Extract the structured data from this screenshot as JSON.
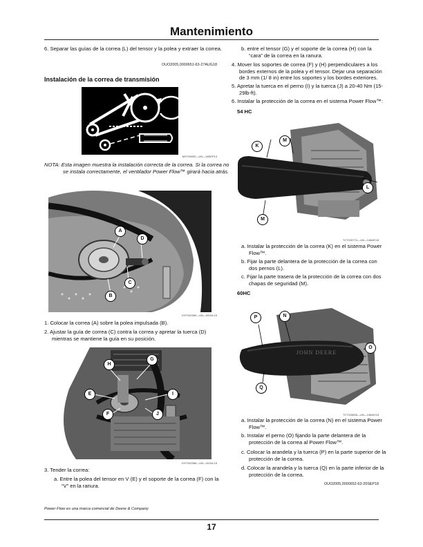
{
  "header": {
    "title": "Mantenimiento"
  },
  "left": {
    "step6": "6. Separar las guías de la correa (L) del tensor y la polea y extraer la correa.",
    "ref1": "OUO2005,0000651-63-27AUG18",
    "section_title": "Instalación de la correa de transmisión",
    "fig1_code": "MXT09092—UN—18SEP13",
    "note": "NOTA: Esta imagen muestra la instalación correcta de la correa. Si la correa no se instala correctamente, el ventilador Power Flow™ girará hacia atrás.",
    "fig2_code": "GXT032369—UN—09JUL15",
    "fig2_labels": [
      "A",
      "D",
      "C",
      "B"
    ],
    "step1": "1. Colocar la correa (A) sobre la polea impulsada (B).",
    "step2": "2. Ajustar la guía de correa (C) contra la correa y apretar la tuerca (D) mientras se mantiene la guía en su posición.",
    "fig3_code": "GXT032366—UN—09JUL15",
    "fig3_labels": [
      "H",
      "G",
      "E",
      "I",
      "F",
      "J"
    ],
    "step3": "3. Tender la correa:",
    "step3a": "a. Entre la polea del tensor en V (E) y el soporte de la correa (F) con la “V” en la ranura."
  },
  "right": {
    "step3b": "b. entre el tensor (G) y el soporte de la correa (H) con la “cara” de la correa en la ranura.",
    "step4": "4. Mover los soportes de correa (F) y (H) perpendiculares a los bordes externos de la polea y el tensor. Dejar una separación de 3 mm (1/ 8 in) entre los soportes y los bordes exteriores.",
    "step5": "5. Apretar la tuerca en el perno (I) y la tuerca (J) a 20-40 Nm (15-29lb-ft).",
    "step6": "6. Instalar la protección de la correa en el sistema Power Flow™:",
    "model1": "54 HC",
    "fig4_code": "TCT015774—UN—14MAY18",
    "fig4_labels": [
      "K",
      "M",
      "L",
      "M"
    ],
    "m1a": "a. Instalar la protección de la correa (K) en el sistema Power Flow™.",
    "m1b": "b. Fijar la parte delantera de la protección de la correa con dos pernos (L).",
    "m1c": "c. Fijar la parte trasera de la protección de la correa con dos chapas de seguridad (M).",
    "model2": "60HC",
    "fig5_code": "TCT015655—UN—14MAY18",
    "fig5_labels": [
      "P",
      "N",
      "O",
      "Q"
    ],
    "fig5_brand": "JOHN DEERE",
    "m2a": "a. Instalar la protección de la correa (N) en el sistema Power Flow™.",
    "m2b": "b. Instalar el perno (O) fijando la parte delantera de la protección de la correa al Power Flow™.",
    "m2c": "c. Colocar la arandela y la tuerca (P) en la parte superior de la protección de la correa.",
    "m2d": "d. Colocar la arandela y la tuerca (Q) en la parte inferior de la protección de la correa.",
    "ref2": "OUO2005,0000652-63-20SEP18"
  },
  "footer": {
    "trademark": "Power Flow es una marca comercial de Deere & Company",
    "page_number": "17"
  }
}
